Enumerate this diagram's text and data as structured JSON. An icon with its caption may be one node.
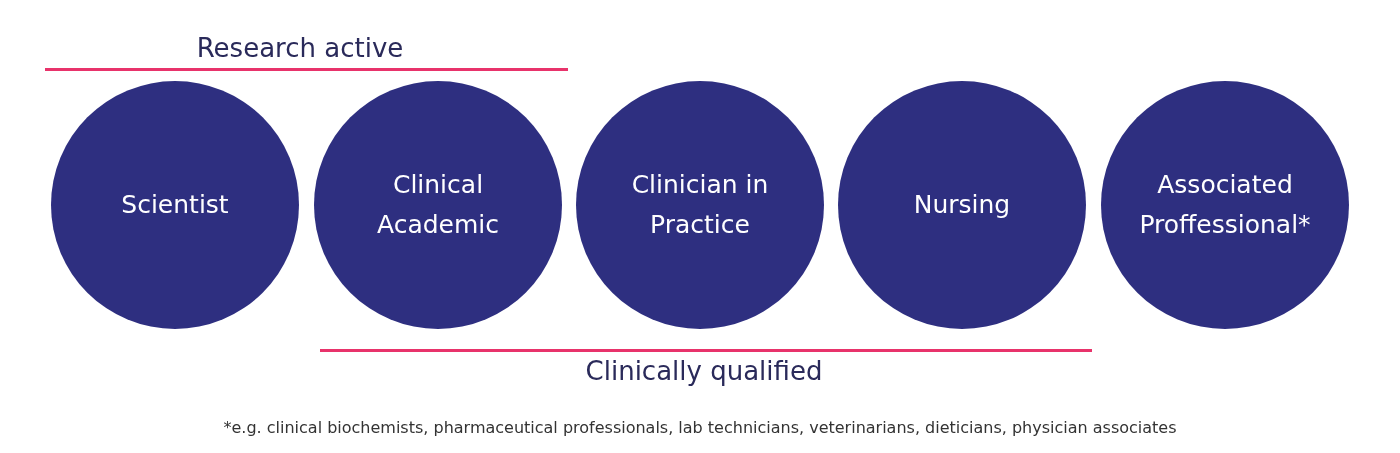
{
  "diagram": {
    "caption": "*e.g. clinical biochemists, pharmaceutical professionals, lab technicians, veterinarians, dieticians, physician associates",
    "nodes": [
      {
        "text": [
          "Scientist"
        ]
      },
      {
        "text": [
          "Clinical Academic"
        ]
      },
      {
        "text": [
          "Clinician in Practice"
        ]
      },
      {
        "text": [
          "Nursing"
        ]
      },
      {
        "text": [
          "Associated Proffessional*"
        ]
      }
    ],
    "labels": [
      "Research active",
      "Clinically qualified"
    ]
  }
}
